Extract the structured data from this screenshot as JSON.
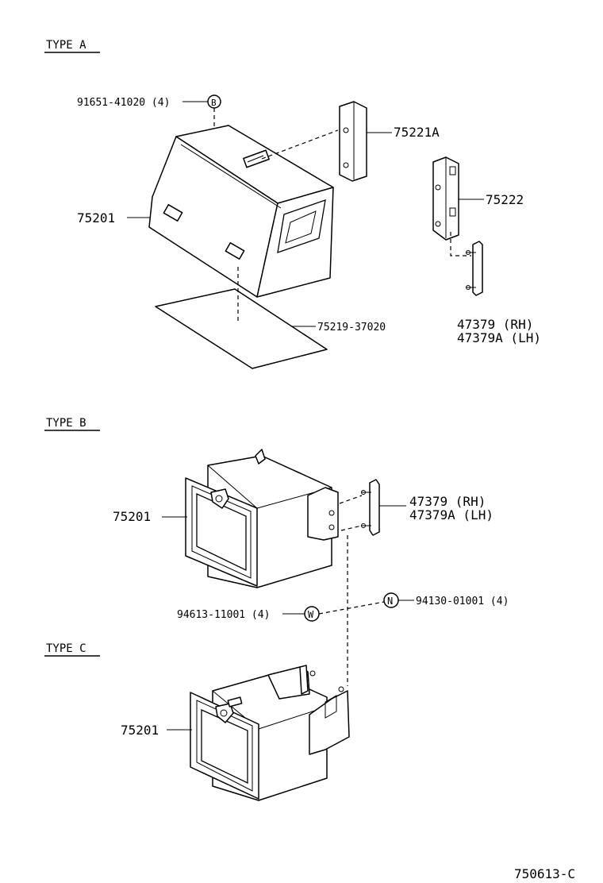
{
  "sections": {
    "type_a": "TYPE A",
    "type_b": "TYPE B",
    "type_c": "TYPE C"
  },
  "type_a": {
    "screw_part": "91651-41020 (4)",
    "screw_marker": "B",
    "bracket_a": "75221A",
    "bracket_b": "75222",
    "box": "75201",
    "mat": "75219-37020",
    "stay_rh": "47379  (RH)",
    "stay_lh": "47379A (LH)"
  },
  "type_b": {
    "box": "75201",
    "stay_rh": "47379  (RH)",
    "stay_lh": "47379A (LH)",
    "washer_part": "94613-11001 (4)",
    "washer_marker": "W",
    "nut_part": "94130-01001 (4)",
    "nut_marker": "N"
  },
  "type_c": {
    "box": "75201"
  },
  "diagram_code": "750613-C"
}
